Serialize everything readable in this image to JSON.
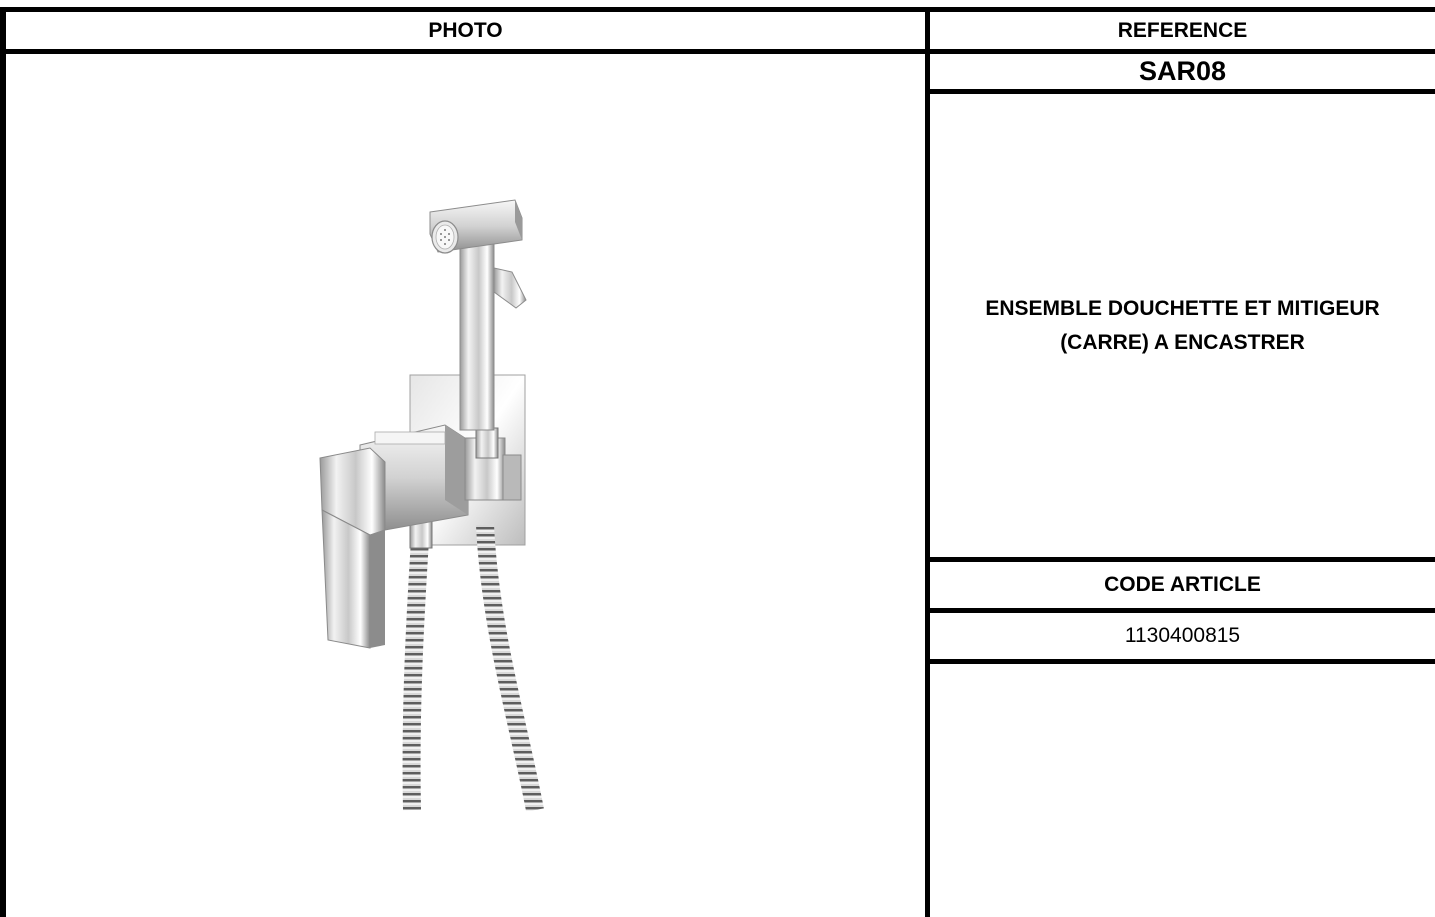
{
  "header": {
    "photo_label": "PHOTO",
    "reference_label": "REFERENCE"
  },
  "product": {
    "reference": "SAR08",
    "description_line1": "ENSEMBLE DOUCHETTE ET MITIGEUR",
    "description_line2": "(CARRE) A ENCASTRER",
    "code_article_label": "CODE ARTICLE",
    "code_article": "1130400815",
    "image_icon": "bidet-shower-mixer-icon"
  }
}
